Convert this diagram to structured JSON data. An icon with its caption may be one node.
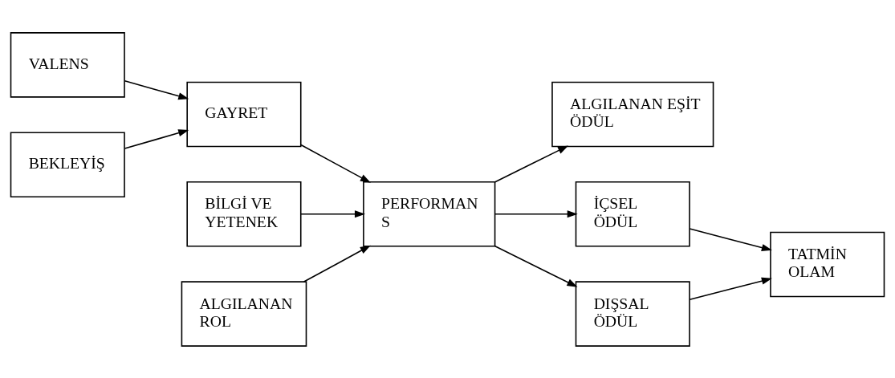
{
  "diagram": {
    "nodes": [
      {
        "text": [
          "VALENS"
        ]
      },
      {
        "text": [
          "BİLGİ VE YETENEK"
        ]
      },
      {
        "text": [
          "ALGILANAN EŞİT ÖDÜL"
        ]
      },
      {
        "text": [
          "GAYRET"
        ]
      },
      {
        "text": [
          "PERFORMAN S"
        ]
      },
      {
        "text": [
          "İÇSEL ÖDÜL"
        ]
      },
      {
        "text": [
          "TATMİN OLAM"
        ]
      },
      {
        "text": [
          "BEKLEYİŞ"
        ]
      },
      {
        "text": [
          "ALGILANAN ROL"
        ]
      },
      {
        "text": [
          "DIŞSAL ÖDÜL"
        ]
      }
    ],
    "edges": [
      {
        "from": 0,
        "to": 3,
        "arrow": "to"
      },
      {
        "from": 1,
        "to": 4,
        "arrow": "to"
      },
      {
        "from": 3,
        "to": 4,
        "arrow": "to"
      },
      {
        "from": 4,
        "to": 2,
        "arrow": "to"
      },
      {
        "from": 4,
        "to": 5,
        "arrow": "to"
      },
      {
        "from": 5,
        "to": 6,
        "arrow": "to"
      },
      {
        "from": 7,
        "to": 3,
        "arrow": "to"
      },
      {
        "from": 8,
        "to": 4,
        "arrow": "to"
      },
      {
        "from": 4,
        "to": 9,
        "arrow": "to"
      },
      {
        "from": 9,
        "to": 6,
        "arrow": "to"
      }
    ]
  }
}
